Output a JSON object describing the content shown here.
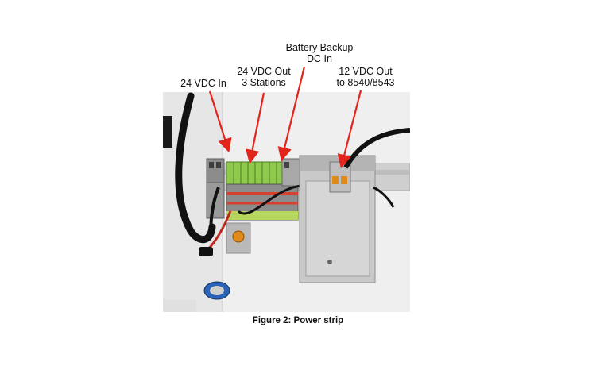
{
  "figure": {
    "caption": "Figure 2:  Power strip",
    "callouts": {
      "battery_backup": [
        "Battery Backup",
        "DC In"
      ],
      "vdc24_out": [
        "24 VDC Out",
        "3 Stations"
      ],
      "vdc24_in": [
        "24 VDC In"
      ],
      "vdc12_out": [
        "12 VDC Out",
        "to 8540/8543"
      ]
    },
    "colors": {
      "arrow": "#e3241b",
      "terminal_green": "#7fbf3f",
      "terminal_gray": "#8c8c8c",
      "enclosure_metal": "#c9c9c9"
    },
    "photo_subject": "power-strip-terminal-blocks"
  }
}
